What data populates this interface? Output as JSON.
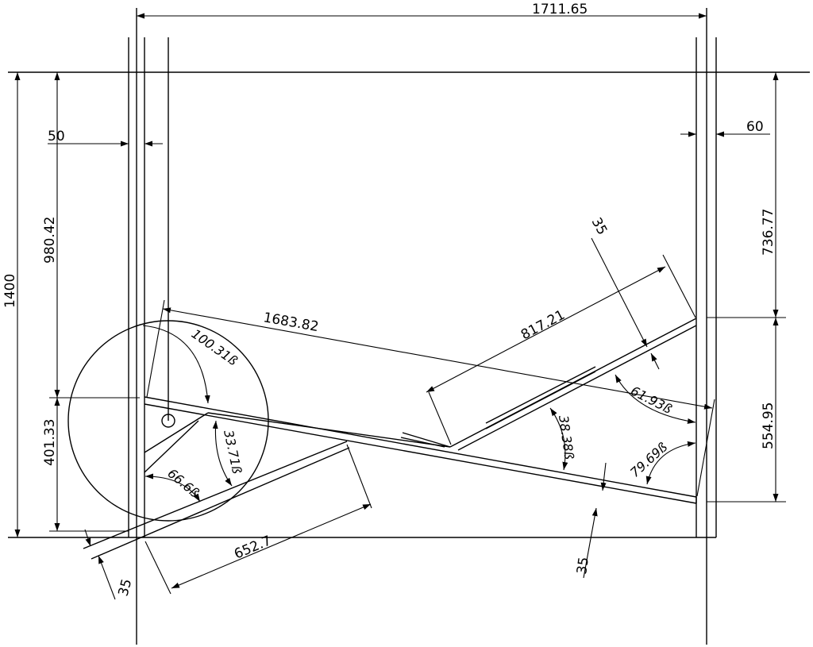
{
  "dimensions": {
    "overall_width": "1711.65",
    "overall_height": "1400",
    "left_offset": "50",
    "right_offset": "60",
    "left_upper": "980.42",
    "left_lower": "401.33",
    "right_upper": "736.77",
    "right_lower": "554.95",
    "diagonal": "1683.82",
    "upper_ramp_length": "817.21",
    "upper_ramp_thickness": "35",
    "lower_ramp_length": "652.7",
    "lower_ramp_thickness": "35",
    "main_ramp_thickness": "35"
  },
  "angles": {
    "a1": "100.31ß",
    "a2": "33.71ß",
    "a3": "66.6ß",
    "a4": "38.38ß",
    "a5": "61.93ß",
    "a6": "79.69ß"
  }
}
